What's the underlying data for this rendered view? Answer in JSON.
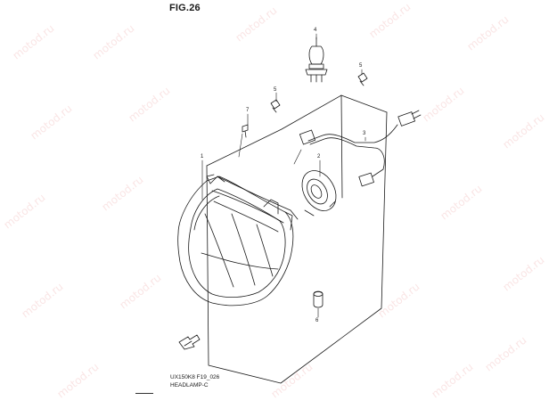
{
  "figure": {
    "title": "FIG.26",
    "code": "UX150K8 F19_026",
    "name": "HEADLAMP-C"
  },
  "callouts": [
    "1",
    "2",
    "3",
    "4",
    "5",
    "5",
    "6",
    "7"
  ],
  "watermark": "motod.ru",
  "colors": {
    "line": "#1a1a1a",
    "watermark": "#e88a8a"
  },
  "icons": [
    "front-arrow-icon"
  ]
}
